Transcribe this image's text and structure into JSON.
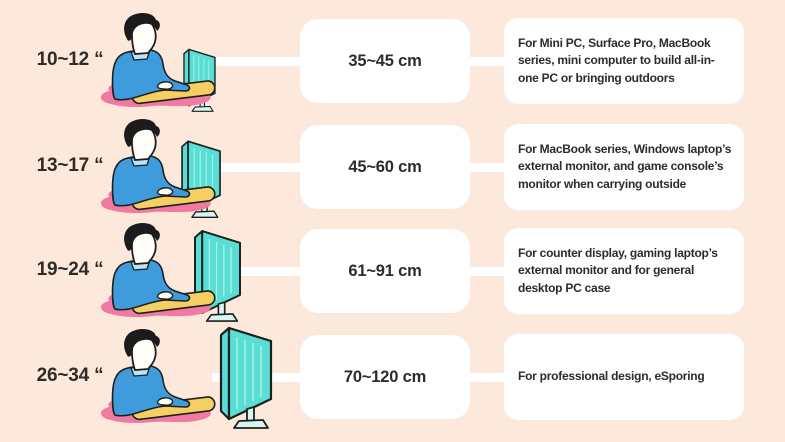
{
  "rows": [
    {
      "size_label": "10~12 “",
      "distance": "35~45 cm",
      "description": "For Mini PC, Surface Pro, MacBook series, mini computer to build all-in-one PC or bringing outdoors"
    },
    {
      "size_label": "13~17 “",
      "distance": "45~60 cm",
      "description": "For MacBook series, Windows laptop’s external monitor, and game console’s monitor when carrying outside"
    },
    {
      "size_label": "19~24 “",
      "distance": "61~91 cm",
      "description": "For counter display, gaming laptop’s external monitor and for general desktop PC case"
    },
    {
      "size_label": "26~34 “",
      "distance": "70~120 cm",
      "description": "For professional design, eSporing"
    }
  ],
  "colors": {
    "background": "#fce9dc",
    "card": "#ffffff",
    "text": "#2e2b29",
    "connector": "#ffffff",
    "pink_blob": "#f17ba0",
    "sweater_blue": "#3f9cdc",
    "collar_blue": "#b9e5f8",
    "monitor_teal": "#58ded5",
    "keyboard_yellow": "#f6cf62",
    "outline": "#1f1f1f"
  }
}
